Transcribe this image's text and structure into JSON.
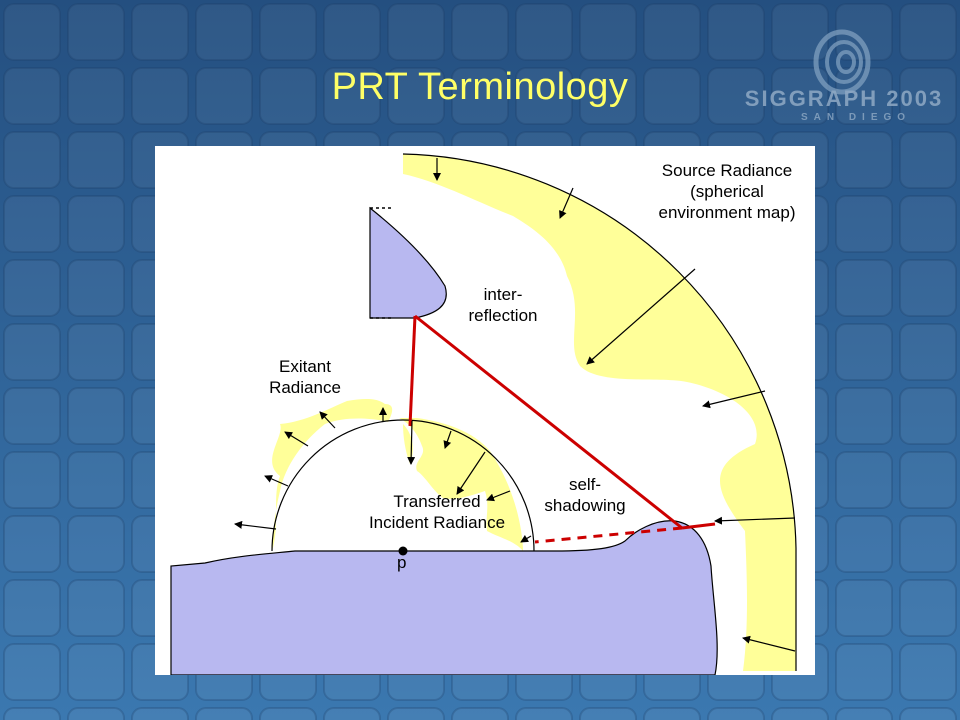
{
  "slide": {
    "title": "PRT Terminology"
  },
  "logo": {
    "text": "SIGGRAPH 2003",
    "subtext": "SAN DIEGO"
  },
  "diagram": {
    "labels": {
      "source_radiance": [
        "Source Radiance",
        "(spherical",
        "environment map)"
      ],
      "inter_reflection": [
        "inter-",
        "reflection"
      ],
      "exitant_radiance": [
        "Exitant",
        "Radiance"
      ],
      "self_shadowing": [
        "self-",
        "shadowing"
      ],
      "transferred_incident": [
        "Transferred",
        "Incident Radiance"
      ],
      "point": "p"
    }
  },
  "colors": {
    "background_top": "#2a5a8c",
    "background_bottom": "#3f7fb8",
    "title": "#ffff66",
    "object_fill": "#b8b8f0",
    "radiance_fill": "#ffff99",
    "ray": "#cc0000"
  }
}
